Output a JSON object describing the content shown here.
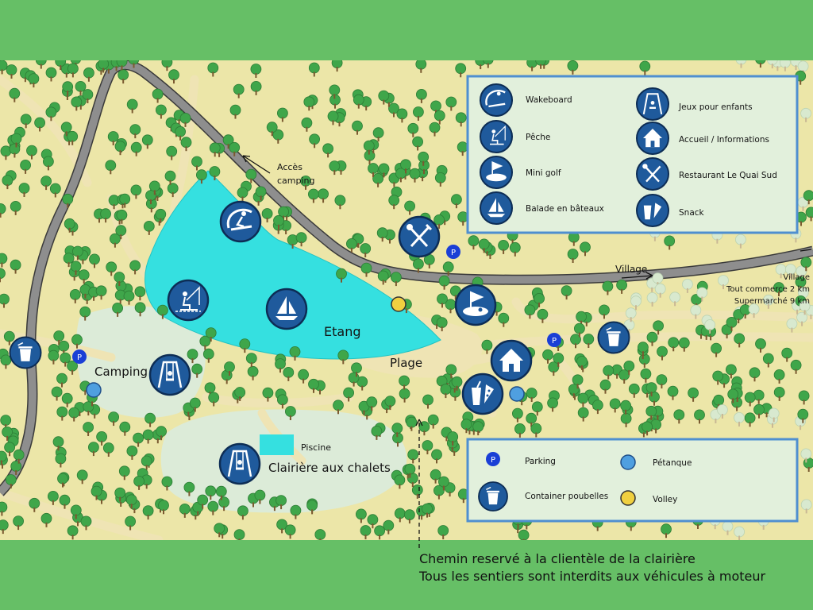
{
  "colors": {
    "background": "#66bf66",
    "forest_bg": "#ece6a8",
    "tree": "#3fa64a",
    "tree_light": "#d8e9cf",
    "lake": "#35e0e0",
    "road": "#8e8e8e",
    "path": "#efe4b4",
    "clearing": "#dcebd8",
    "legend_bg": "#e2f0dc",
    "legend_border": "#4f8fd0",
    "icon_blue": "#1f5a9c",
    "parking": "#1a3fd6",
    "petanque": "#4f9fe0",
    "volley": "#f0d040"
  },
  "labels": {
    "acces_camping_1": "Accès",
    "acces_camping_2": "camping",
    "village_road": "Village",
    "village_info_1": "Village",
    "village_info_2": "Tout commerce 2 km",
    "village_info_3": "Supermarché 9 km",
    "etang": "Etang",
    "plage": "Plage",
    "camping": "Camping",
    "piscine": "Piscine",
    "clairiere": "Clairière aux chalets",
    "parking_letter": "P"
  },
  "legend_activities": [
    {
      "icon": "wakeboard-icon",
      "label": "Wakeboard"
    },
    {
      "icon": "fishing-icon",
      "label": "Pêche"
    },
    {
      "icon": "mini-golf-icon",
      "label": "Mini golf"
    },
    {
      "icon": "sailboat-icon",
      "label": "Balade en bâteaux"
    },
    {
      "icon": "swing-icon",
      "label": "Jeux pour enfants"
    },
    {
      "icon": "house-icon",
      "label": "Accueil / Informations"
    },
    {
      "icon": "restaurant-icon",
      "label": "Restaurant Le Quai Sud"
    },
    {
      "icon": "snack-icon",
      "label": "Snack"
    }
  ],
  "legend_facilities": [
    {
      "icon": "parking-icon",
      "label": "Parking"
    },
    {
      "icon": "trash-icon",
      "label": "Container poubelles"
    },
    {
      "icon": "petanque-icon",
      "label": "Pétanque"
    },
    {
      "icon": "volley-icon",
      "label": "Volley"
    }
  ],
  "footer": {
    "line1": "Chemin reservé à la clientèle de la clairière",
    "line2": "Tous les sentiers sont interdits aux véhicules à moteur"
  }
}
